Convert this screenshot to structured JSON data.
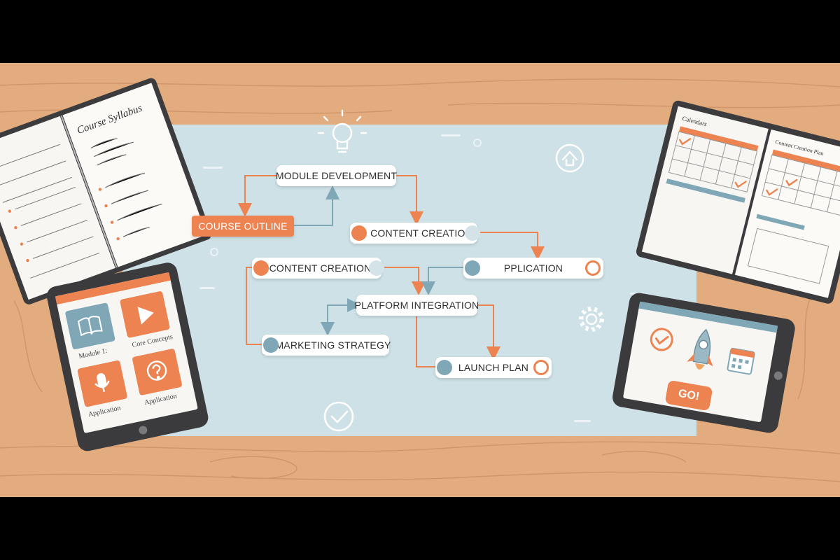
{
  "colors": {
    "frame": "#000000",
    "wood": "#e2ac7f",
    "wood_grain": "#c98e62",
    "board": "#cde1e6",
    "accent": "#ec8350",
    "teal": "#7fa7b6",
    "node_bg": "#ffffff"
  },
  "flow": {
    "nodes": [
      {
        "id": "module-development",
        "label": "MODULE DEVELOPMENT"
      },
      {
        "id": "course-outline",
        "label": "COURSE OUTLINE"
      },
      {
        "id": "content-creation-top",
        "label": "CONTENT CREATION"
      },
      {
        "id": "content-creation-mid",
        "label": "CONTENT CREATION"
      },
      {
        "id": "pplication",
        "label": "PPLICATION"
      },
      {
        "id": "platform-integration",
        "label": "PLATFORM INTEGRATION"
      },
      {
        "id": "marketing-strategy",
        "label": "MARKETING STRATEGY"
      },
      {
        "id": "launch-plan",
        "label": "LAUNCH PLAN"
      }
    ]
  },
  "notebook_left": {
    "heading": "Course Syllabus"
  },
  "planner_right": {
    "heading": "Calendars",
    "page_heading": "Content Creation Plan"
  },
  "tablet_left": {
    "tiles": [
      {
        "icon": "book-icon",
        "caption": "Module 1:"
      },
      {
        "icon": "play-icon",
        "caption": "Core Concepts"
      },
      {
        "icon": "microphone-icon",
        "caption": "Application"
      },
      {
        "icon": "question-icon",
        "caption": "Application"
      }
    ]
  },
  "tablet_right": {
    "go_label": "GO!"
  },
  "icons": [
    "lightbulb-icon",
    "upload-icon",
    "gear-icon",
    "checkmark-icon",
    "rocket-icon",
    "calendar-icon"
  ]
}
